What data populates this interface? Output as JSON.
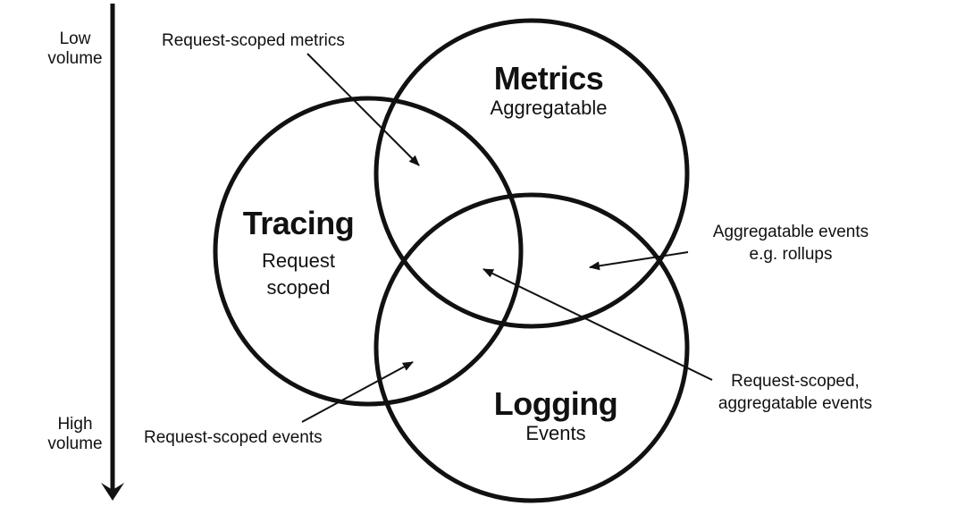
{
  "axis": {
    "top_label": [
      "Low",
      "volume"
    ],
    "bottom_label": [
      "High",
      "volume"
    ]
  },
  "circles": {
    "metrics": {
      "title": "Metrics",
      "subtitle": "Aggregatable"
    },
    "tracing": {
      "title": "Tracing",
      "subtitle": [
        "Request",
        "scoped"
      ]
    },
    "logging": {
      "title": "Logging",
      "subtitle": "Events"
    }
  },
  "annotations": {
    "request_scoped_metrics": "Request-scoped metrics",
    "aggregatable_events": [
      "Aggregatable events",
      "e.g. rollups"
    ],
    "request_scoped_aggregatable": [
      "Request-scoped,",
      "aggregatable events"
    ],
    "request_scoped_events": "Request-scoped events"
  },
  "colors": {
    "stroke": "#111111",
    "background": "#ffffff"
  }
}
